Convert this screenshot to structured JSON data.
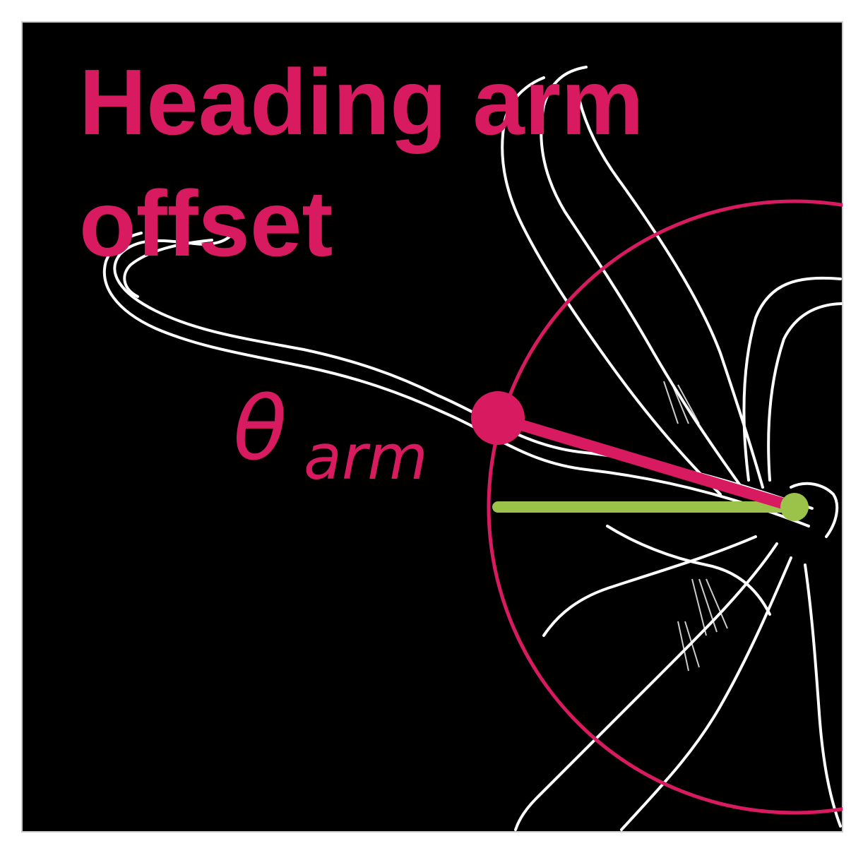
{
  "figure": {
    "title_line1": "Heading arm",
    "title_line2": "offset",
    "angle_symbol": "θ",
    "angle_subscript": "arm"
  },
  "colors": {
    "background": "#000000",
    "outline": "#ffffff",
    "accent": "#d81b60",
    "reference": "#9bc34a",
    "frame": "#cccccc"
  },
  "icons": {
    "body_origin": "filled-dot",
    "arm_joint": "filled-dot"
  }
}
